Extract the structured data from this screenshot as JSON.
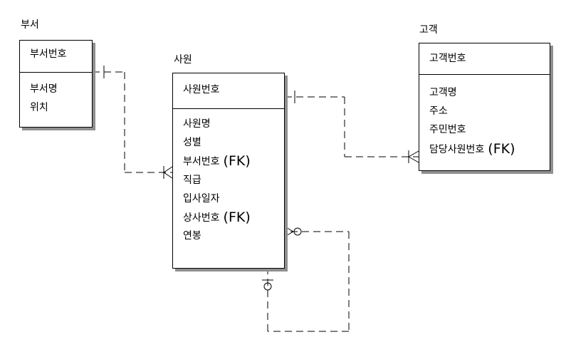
{
  "entities": {
    "dept": {
      "title": "부서",
      "pk": "부서번호",
      "attrs": [
        "부서명",
        "위치"
      ]
    },
    "emp": {
      "title": "사원",
      "pk": "사원번호",
      "attrs": [
        "사원명",
        "성별",
        "부서번호",
        "직급",
        "입사일자",
        "상사번호",
        "연봉"
      ],
      "attr_fk": [
        "",
        "",
        "(FK)",
        "",
        "",
        "(FK)",
        ""
      ]
    },
    "cust": {
      "title": "고객",
      "pk": "고객번호",
      "attrs": [
        "고객명",
        "주소",
        "주민번호",
        "담당사원번호"
      ],
      "attr_fk": [
        "",
        "",
        "",
        "(FK)"
      ]
    }
  }
}
